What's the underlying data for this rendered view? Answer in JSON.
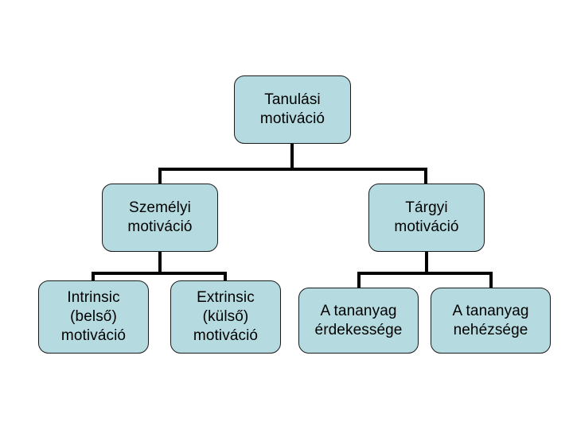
{
  "diagram": {
    "title": "Tanulási motiváció",
    "colors": {
      "node_fill": "#b5dbe0",
      "node_border": "#1a1a1a",
      "connector": "#000000",
      "background": "#ffffff",
      "text": "#000000"
    },
    "levels": {
      "root": {
        "label": "Tanulási\nmotiváció"
      },
      "level2": [
        {
          "label": "Személyi\nmotiváció"
        },
        {
          "label": "Tárgyi\nmotiváció"
        }
      ],
      "level3": [
        {
          "label": "Intrinsic\n(belső)\nmotiváció"
        },
        {
          "label": "Extrinsic\n(külső)\nmotiváció"
        },
        {
          "label": "A tananyag\nérdekessége"
        },
        {
          "label": "A tananyag\nnehézsége"
        }
      ]
    }
  }
}
